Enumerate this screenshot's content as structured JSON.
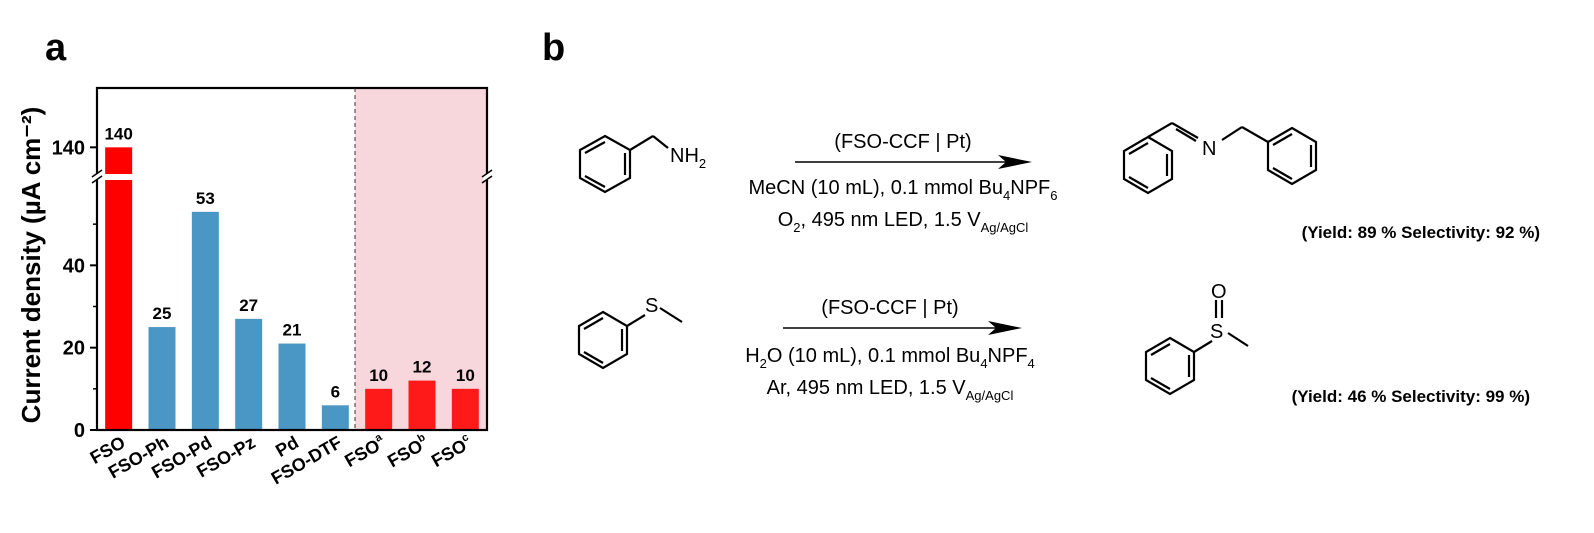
{
  "panel_a": {
    "label": "a"
  },
  "panel_b": {
    "label": "b"
  },
  "chart_data": {
    "type": "bar",
    "ylabel": "Current density (µA cm⁻²)",
    "xlabel": "",
    "title": "",
    "y_axis_break": true,
    "yticks": [
      0,
      20,
      40,
      140
    ],
    "categories": [
      {
        "base": "FSO",
        "sup": ""
      },
      {
        "base": "FSO-Ph",
        "sup": ""
      },
      {
        "base": "FSO-Pd",
        "sup": ""
      },
      {
        "base": "FSO-Pz",
        "sup": ""
      },
      {
        "base": "Pd",
        "sup": ""
      },
      {
        "base": "FSO-DTF",
        "sup": ""
      },
      {
        "base": "FSO",
        "sup": "a"
      },
      {
        "base": "FSO",
        "sup": "b"
      },
      {
        "base": "FSO",
        "sup": "c"
      }
    ],
    "values": [
      140,
      25,
      53,
      27,
      21,
      6,
      10,
      12,
      10
    ],
    "bar_colors": [
      "#ff0000",
      "#4a96c4",
      "#4a96c4",
      "#4a96c4",
      "#4a96c4",
      "#4a96c4",
      "#ff1a1a",
      "#ff1a1a",
      "#ff1a1a"
    ],
    "highlight_region_color": "#f7d6dc",
    "highlight_start_index": 6
  },
  "reactions": [
    {
      "reactant": "benzylamine",
      "reactant_label": "NH",
      "reactant_label_sub": "2",
      "catalyst": "(FSO-CCF | Pt)",
      "conditions_line1": "MeCN (10 mL), 0.1 mmol Bu",
      "conditions_line1_sub1": "4",
      "conditions_line1_mid": "NPF",
      "conditions_line1_sub2": "6",
      "conditions_line2_pre": "O",
      "conditions_line2_sub": "2",
      "conditions_line2": ", 495 nm LED, 1.5 V",
      "conditions_line2_sub2": "Ag/AgCl",
      "product_atom": "N",
      "result": "(Yield: 89 % Selectivity: 92 %)"
    },
    {
      "reactant": "thioanisole",
      "reactant_label": "S",
      "catalyst": "(FSO-CCF | Pt)",
      "conditions_line1_pre": "H",
      "conditions_line1_pre_sub": "2",
      "conditions_line1": "O (10 mL), 0.1 mmol Bu",
      "conditions_line1_sub1": "4",
      "conditions_line1_mid": "NPF",
      "conditions_line1_sub2": "4",
      "conditions_line2": "Ar, 495 nm LED, 1.5 V",
      "conditions_line2_sub2": "Ag/AgCl",
      "product_atom_s": "S",
      "product_atom_o": "O",
      "result": "(Yield: 46 % Selectivity: 99 %)"
    }
  ]
}
